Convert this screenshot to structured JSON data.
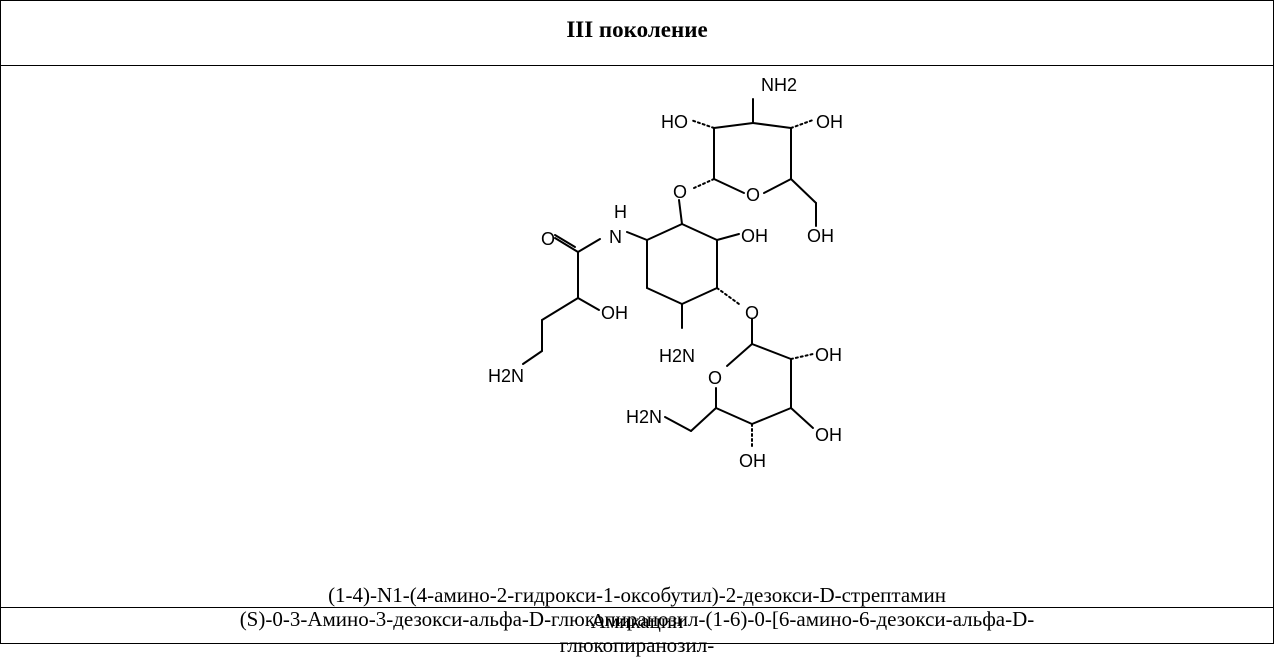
{
  "header": {
    "title": "III поколение"
  },
  "structure": {
    "labels": {
      "nh2_top": "NH2",
      "ho_left_top": "HO",
      "oh_right_top": "OH",
      "o_glyco_top": "O",
      "o_ring_top": "O",
      "oh_ch2": "OH",
      "h_amide": "H",
      "n_amide": "N",
      "o_carbonyl": "O",
      "oh_ring_mid": "OH",
      "oh_side": "OH",
      "o_glyco_bottom": "O",
      "h2n_ring": "H2N",
      "h2n_chain": "H2N",
      "o_ring_bottom": "O",
      "oh_bottom_a": "OH",
      "h2n_bottom": "H2N",
      "oh_bottom_b": "OH",
      "oh_bottom_c": "OH"
    }
  },
  "chemical_name": {
    "line1": "(S)-0-3-Амино-3-дезокси-альфа-D-глюкопиранозил-(1-6)-0-[6-амино-6-дезокси-альфа-D-",
    "line2": "глюкопиранозил-",
    "line3": "(1-4)-N1-(4-амино-2-гидрокси-1-оксобутил)-2-дезокси-D-стрептамин"
  },
  "drug": {
    "name": "Амикацин"
  }
}
